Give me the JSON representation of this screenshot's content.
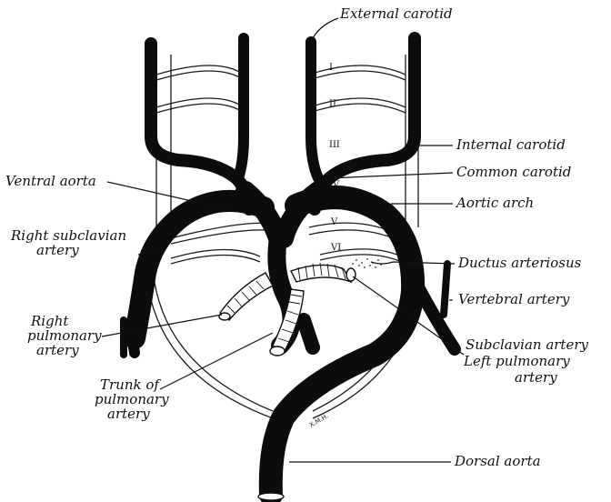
{
  "labels": {
    "external_carotid": "External carotid",
    "internal_carotid": "Internal carotid",
    "common_carotid": "Common carotid",
    "ventral_aorta": "Ventral aorta",
    "aortic_arch": "Aortic arch",
    "right_subclavian_line1": "Right subclavian",
    "right_subclavian_line2": "artery",
    "ductus_arteriosus": "Ductus arteriosus",
    "vertebral_artery": "Vertebral artery",
    "right_pulmonary_line1": "Right",
    "right_pulmonary_line2": "pulmonary",
    "right_pulmonary_line3": "artery",
    "subclavian_artery": "Subclavian artery",
    "left_pulmonary_line1": "Left pulmonary",
    "left_pulmonary_line2": "artery",
    "trunk_line1": "Trunk of",
    "trunk_line2": "pulmonary",
    "trunk_line3": "artery",
    "dorsal_aorta": "Dorsal aorta"
  },
  "arch_numbers": [
    "I",
    "II",
    "III",
    "IV",
    "V",
    "VI"
  ],
  "signature": "X.M.H."
}
